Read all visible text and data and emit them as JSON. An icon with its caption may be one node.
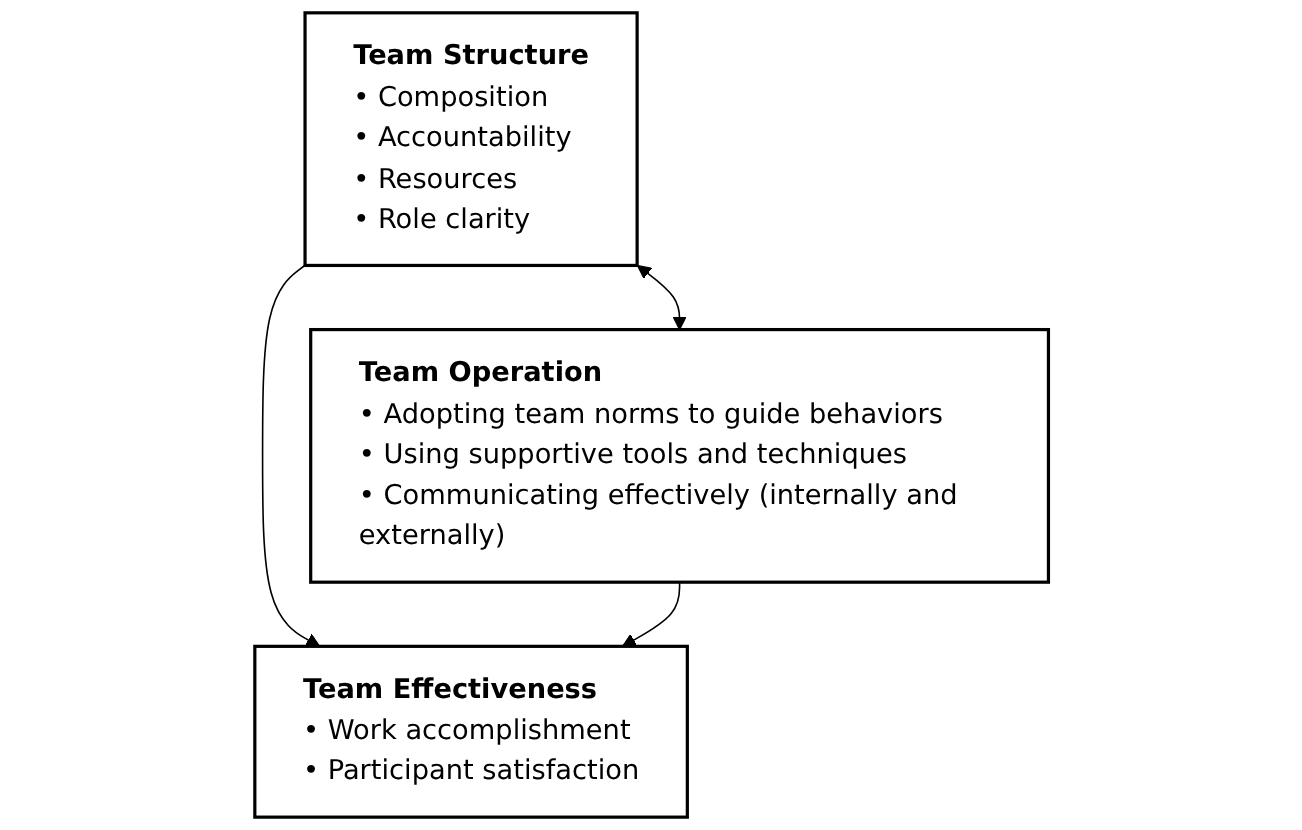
{
  "diagram": {
    "nodes": [
      {
        "text": [
          "Team Structure",
          "• Composition",
          "• Accountability",
          "• Resources",
          "• Role clarity"
        ]
      },
      {
        "text": [
          "Team Operation",
          "• Adopting team norms to guide behaviors",
          "• Using supportive tools and techniques",
          "• Communicating effectively (internally and externally)"
        ]
      },
      {
        "text": [
          "Team Effectiveness",
          "• Work accomplishment",
          "• Participant satisfaction"
        ]
      }
    ],
    "edges": [
      {
        "from": 0,
        "to": 1,
        "arrow": "both"
      },
      {
        "from": 0,
        "to": 2,
        "arrow": "to"
      },
      {
        "from": 1,
        "to": 2,
        "arrow": "to"
      }
    ]
  }
}
